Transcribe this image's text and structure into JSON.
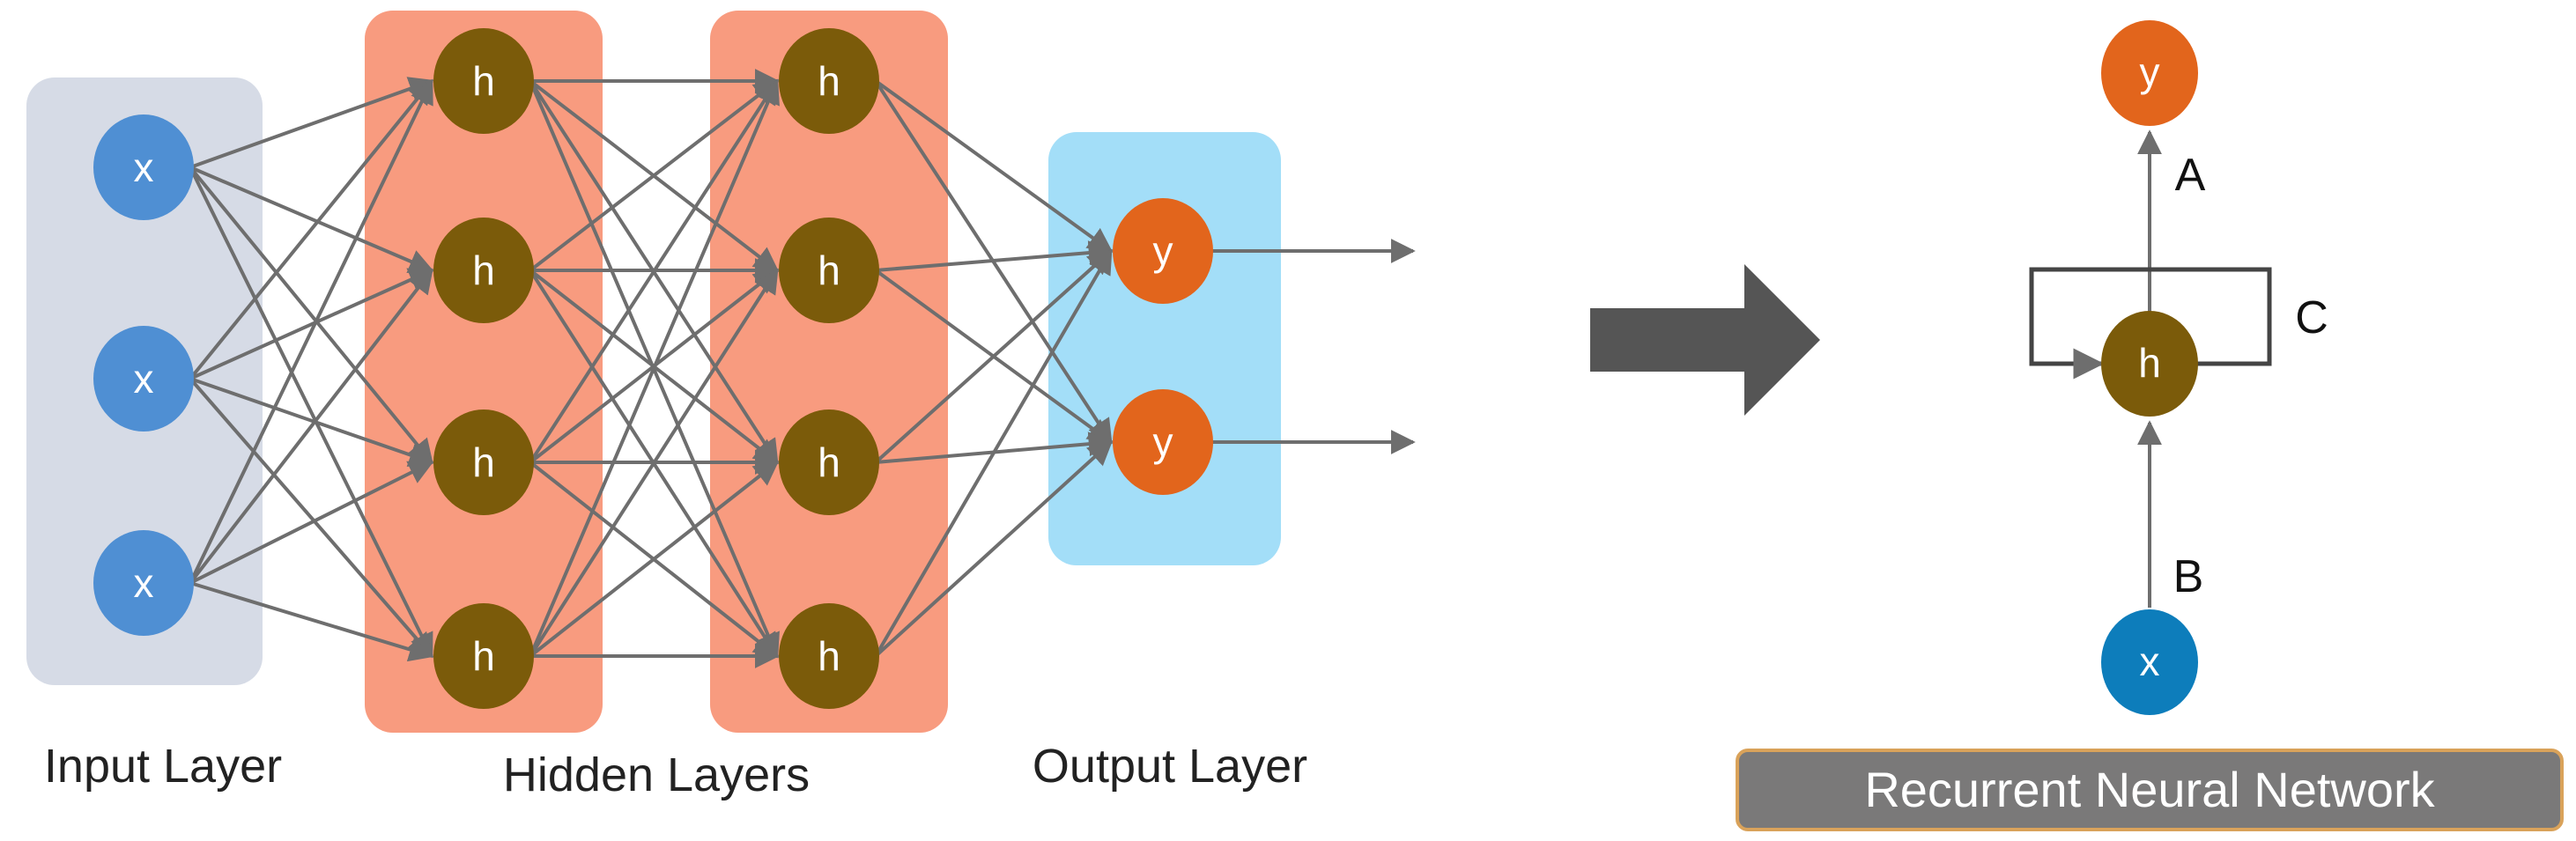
{
  "feedforward": {
    "input_layer_label": "Input Layer",
    "hidden_layers_label": "Hidden Layers",
    "output_layer_label": "Output Layer",
    "input_nodes": [
      "x",
      "x",
      "x"
    ],
    "hidden_layer_1_nodes": [
      "h",
      "h",
      "h",
      "h"
    ],
    "hidden_layer_2_nodes": [
      "h",
      "h",
      "h",
      "h"
    ],
    "output_nodes": [
      "y",
      "y"
    ]
  },
  "rnn": {
    "output_node": "y",
    "hidden_node": "h",
    "input_node": "x",
    "edge_a": "A",
    "edge_b": "B",
    "edge_c": "C",
    "title": "Recurrent Neural Network"
  },
  "colors": {
    "input_panel": "#d6dbe6",
    "hidden_panel": "#f89b7f",
    "output_panel": "#a3def8",
    "input_node": "#4f8fd3",
    "hidden_node": "#7b5b0a",
    "output_node": "#e2651c",
    "rnn_input_node": "#0d7dbb",
    "edge": "#6e6e6e",
    "title_bar": "#7a7979",
    "title_border": "#d9a25a"
  }
}
